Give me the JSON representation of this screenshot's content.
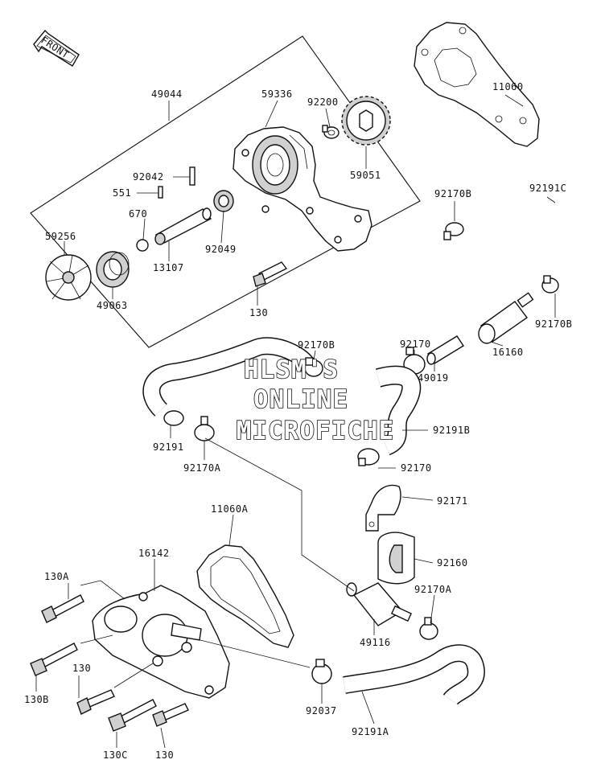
{
  "diagram": {
    "front_label": "FRONT",
    "watermark": [
      "HLSM'S",
      "ONLINE",
      "MICROFICHE"
    ],
    "parts": [
      {
        "id": "part-49044",
        "label": "49044"
      },
      {
        "id": "part-59336",
        "label": "59336"
      },
      {
        "id": "part-92200",
        "label": "92200"
      },
      {
        "id": "part-11060",
        "label": "11060"
      },
      {
        "id": "part-92042",
        "label": "92042"
      },
      {
        "id": "part-551",
        "label": "551"
      },
      {
        "id": "part-670",
        "label": "670"
      },
      {
        "id": "part-59256",
        "label": "59256"
      },
      {
        "id": "part-13107",
        "label": "13107"
      },
      {
        "id": "part-92049",
        "label": "92049"
      },
      {
        "id": "part-59051",
        "label": "59051"
      },
      {
        "id": "part-49063",
        "label": "49063"
      },
      {
        "id": "part-130-top",
        "label": "130"
      },
      {
        "id": "part-92170b-top",
        "label": "92170B"
      },
      {
        "id": "part-92191c",
        "label": "92191C"
      },
      {
        "id": "part-92170b-right",
        "label": "92170B"
      },
      {
        "id": "part-92170",
        "label": "92170"
      },
      {
        "id": "part-16160",
        "label": "16160"
      },
      {
        "id": "part-49019",
        "label": "49019"
      },
      {
        "id": "part-92170b-mid",
        "label": "92170B"
      },
      {
        "id": "part-92191",
        "label": "92191"
      },
      {
        "id": "part-92170a-left",
        "label": "92170A"
      },
      {
        "id": "part-92191b",
        "label": "92191B"
      },
      {
        "id": "part-92170-lower",
        "label": "92170"
      },
      {
        "id": "part-92171",
        "label": "92171"
      },
      {
        "id": "part-11060a",
        "label": "11060A"
      },
      {
        "id": "part-16142",
        "label": "16142"
      },
      {
        "id": "part-92160",
        "label": "92160"
      },
      {
        "id": "part-130a",
        "label": "130A"
      },
      {
        "id": "part-92170a-right",
        "label": "92170A"
      },
      {
        "id": "part-49116",
        "label": "49116"
      },
      {
        "id": "part-130-mid",
        "label": "130"
      },
      {
        "id": "part-130b",
        "label": "130B"
      },
      {
        "id": "part-92037",
        "label": "92037"
      },
      {
        "id": "part-130c",
        "label": "130C"
      },
      {
        "id": "part-130-bottom",
        "label": "130"
      },
      {
        "id": "part-92191a",
        "label": "92191A"
      }
    ]
  }
}
